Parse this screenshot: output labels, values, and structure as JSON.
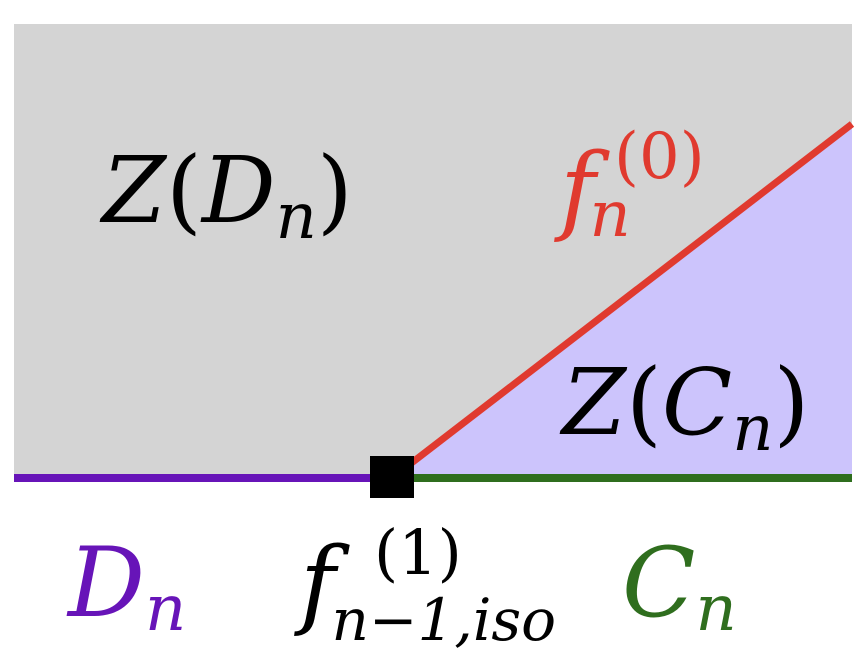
{
  "colors": {
    "bulk_region": "#d4d4d4",
    "cone_region": "#ccc4fc",
    "line_f0": "#e03a2f",
    "line_d": "#6714b8",
    "line_c": "#2f6e1e",
    "node": "#000000",
    "text_default": "#000000"
  },
  "labels": {
    "z_d": {
      "Z": "Z",
      "open": "(",
      "base": "D",
      "sub": "n",
      "close": ")"
    },
    "z_c": {
      "Z": "Z",
      "open": "(",
      "base": "C",
      "sub": "n",
      "close": ")"
    },
    "f0": {
      "base": "f",
      "sub": "n",
      "sup": "(0)"
    },
    "d_n": {
      "base": "D",
      "sub": "n"
    },
    "f1": {
      "base": "f",
      "sub": "n−1,iso",
      "sup": "(1)"
    },
    "c_n": {
      "base": "C",
      "sub": "n"
    }
  }
}
